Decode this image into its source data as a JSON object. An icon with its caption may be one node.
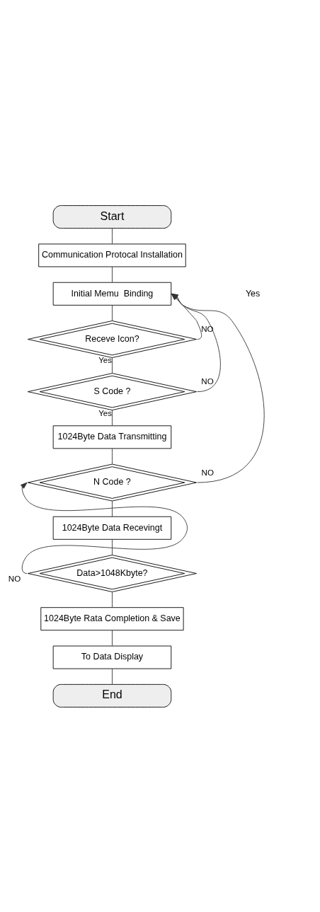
{
  "diagram": {
    "nodes": [
      {
        "text": [
          "Start"
        ]
      },
      {
        "text": [
          "Communication Protocal Installation"
        ]
      },
      {
        "text": [
          "Initial Memu  Binding"
        ]
      },
      {
        "text": [
          "Receve Icon?"
        ]
      },
      {
        "text": [
          "S Code ?"
        ]
      },
      {
        "text": [
          "1024Byte Data Transmitting"
        ]
      },
      {
        "text": [
          "N Code ?"
        ]
      },
      {
        "text": [
          "1024Byte Data Recevingt"
        ]
      },
      {
        "text": [
          "Data>1048Kbyte?"
        ]
      },
      {
        "text": [
          "1024Byte Rata Completion & Save"
        ]
      },
      {
        "text": [
          "To Data Display"
        ]
      },
      {
        "text": [
          "End"
        ]
      }
    ],
    "edges": [
      {
        "from": 0,
        "to": 1,
        "arrow": "none"
      },
      {
        "from": 1,
        "to": 2,
        "arrow": "none"
      },
      {
        "from": 2,
        "to": 3,
        "arrow": "none"
      },
      {
        "from": 3,
        "to": 4,
        "arrow": "none",
        "label": "Yes"
      },
      {
        "from": 3,
        "to": 2,
        "arrow": "to",
        "label": "NO"
      },
      {
        "from": 4,
        "to": 5,
        "arrow": "none",
        "label": "Yes"
      },
      {
        "from": 4,
        "to": 2,
        "arrow": "to",
        "label": "NO"
      },
      {
        "from": 5,
        "to": 6,
        "arrow": "none"
      },
      {
        "from": 6,
        "to": 7,
        "arrow": "none"
      },
      {
        "from": 6,
        "to": 2,
        "arrow": "to",
        "label": "NO"
      },
      {
        "from": 7,
        "to": 8,
        "arrow": "none"
      },
      {
        "from": 8,
        "to": 6,
        "arrow": "to",
        "label": "NO"
      },
      {
        "from": 8,
        "to": 9,
        "arrow": "none"
      },
      {
        "from": 9,
        "to": 10,
        "arrow": "none"
      },
      {
        "from": 10,
        "to": 11,
        "arrow": "none"
      }
    ],
    "labels": [
      "Yes"
    ]
  }
}
